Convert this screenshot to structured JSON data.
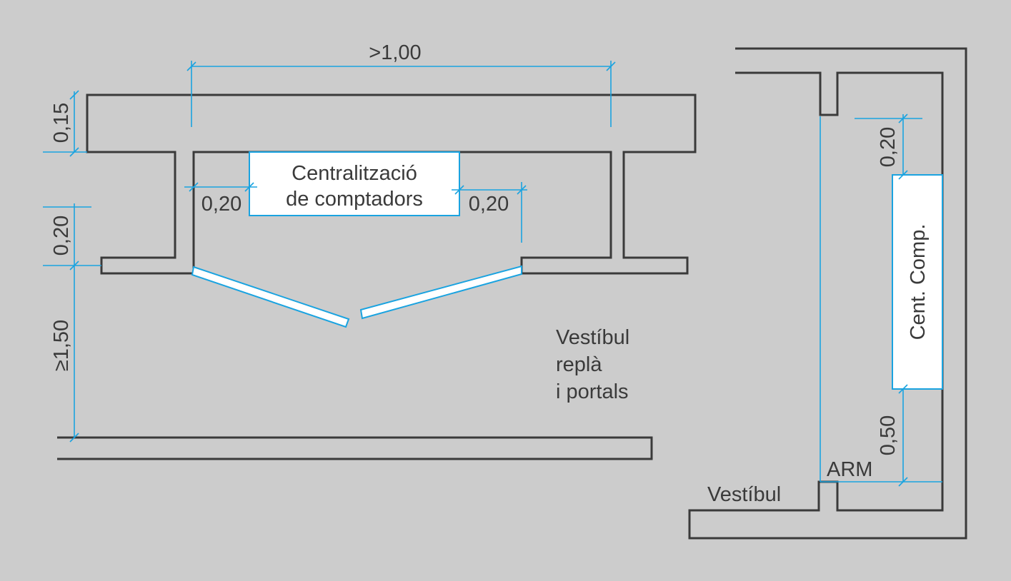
{
  "colors": {
    "background": "#cccccc",
    "wall": "#3a3a3a",
    "dimension": "#1aa3e0",
    "box_fill": "#ffffff"
  },
  "plan_left": {
    "dim_top_width": ">1,00",
    "dim_wall_thickness": "0,15",
    "dim_recess_left": "0,20",
    "dim_recess_right": "0,20",
    "dim_depth": "0,20",
    "dim_vestibule_depth": "≥1,50",
    "meter_box_line1": "Centralització",
    "meter_box_line2": "de comptadors",
    "room_label_line1": "Vestíbul",
    "room_label_line2": "replà",
    "room_label_line3": "i portals"
  },
  "plan_right": {
    "dim_top_gap": "0,20",
    "dim_bottom_gap": "0,50",
    "meter_box_label": "Cent. Comp.",
    "cabinet_label": "ARM",
    "room_label": "Vestíbul"
  }
}
